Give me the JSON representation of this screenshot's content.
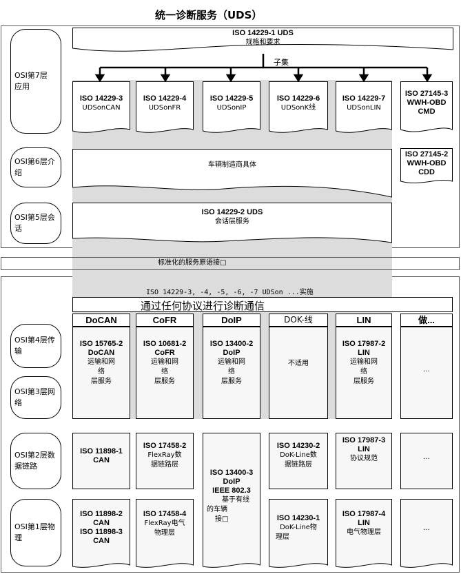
{
  "title": "统一诊断服务（UDS）",
  "osi": {
    "layer7": "OSI第7层\n应用",
    "layer6": "OSI第6层介\n绍",
    "layer5": "OSI第5层会\n话",
    "layer4": "OSI第4层传\n输",
    "layer3": "OSI第3层网\n络",
    "layer2": "OSI第2层数\n据链路",
    "layer1": "OSI第1层物\n理"
  },
  "top_box": {
    "line1": "ISO 14229-1 UDS",
    "line2": "规格和要求"
  },
  "subset_label": "子集",
  "app_boxes": [
    {
      "line1": "ISO 14229-3",
      "line2": "UDSonCAN"
    },
    {
      "line1": "ISO 14229-4",
      "line2": "UDSonFR"
    },
    {
      "line1": "ISO 14229-5",
      "line2": "UDSonIP"
    },
    {
      "line1": "ISO 14229-6",
      "line2": "UDSonK线"
    },
    {
      "line1": "ISO 14229-7",
      "line2": "UDSonLIN"
    }
  ],
  "wwh_cmd": {
    "line1": "ISO 27145-3",
    "line2": "WWH-OBD",
    "line3": "CMD"
  },
  "wwh_cdd": {
    "line1": "ISO 27145-2",
    "line2": "WWH-OBD",
    "line3": "CDD"
  },
  "layer6_text": "车辆制造商具体",
  "layer5_box": {
    "line1": "ISO 14229-2 UDS",
    "line2": "会话层服务"
  },
  "service_primitive": "标准化的服务原语接□",
  "impl_text": "ISO 14229-3, -4, -5, -6, -7 UDSon ...实施",
  "any_protocol": "通过任何协议进行诊断通信",
  "protocols": [
    "DoCAN",
    "CoFR",
    "DoIP",
    "DOK-线",
    "LIN",
    "做..."
  ],
  "transport": [
    {
      "l1": "ISO 15765-2",
      "l2": "DoCAN",
      "l3": "运输和网",
      "l4": "络",
      "l5": "层服务"
    },
    {
      "l1": "ISO 10681-2",
      "l2": "CoFR",
      "l3": "运输和网",
      "l4": "络",
      "l5": "层服务"
    },
    {
      "l1": "ISO 13400-2",
      "l2": "DoIP",
      "l3": "运输和网",
      "l4": "络",
      "l5": "层服务"
    },
    {
      "l1": "不适用"
    },
    {
      "l1": "ISO 17987-2",
      "l2": "LIN",
      "l3": "运输和网",
      "l4": "络",
      "l5": "层服务"
    },
    {
      "l1": "..."
    }
  ],
  "datalink": [
    {
      "l1": "ISO 11898-1",
      "l2": "CAN"
    },
    {
      "l1": "ISO 17458-2",
      "l2": "FlexRay数",
      "l3": "据链路层"
    },
    {
      "l1": "ISO 14230-2",
      "l2": "DoK-Line数",
      "l3": "据链路层"
    },
    {
      "l1": "ISO 17987-3",
      "l2": "LIN",
      "l3": "协议规范"
    },
    {
      "l1": "..."
    }
  ],
  "doip_phys": {
    "l1": "ISO 13400-3",
    "l2": "DoIP",
    "l3": "IEEE 802.3",
    "l4": "基于有线",
    "l5": "的车辆",
    "l6": "接□"
  },
  "physical": [
    {
      "l1": "ISO 11898-2",
      "l2": "CAN",
      "l3": "ISO 11898-3",
      "l4": "CAN"
    },
    {
      "l1": "ISO 17458-4",
      "l2": "FlexRay电气",
      "l3": "物理层"
    },
    {
      "l1": "ISO 14230-1",
      "l2": "DoK-Line物",
      "l3": "理层"
    },
    {
      "l1": "ISO 17987-4",
      "l2": "LIN",
      "l3": "电气物理层"
    },
    {
      "l1": "..."
    }
  ]
}
